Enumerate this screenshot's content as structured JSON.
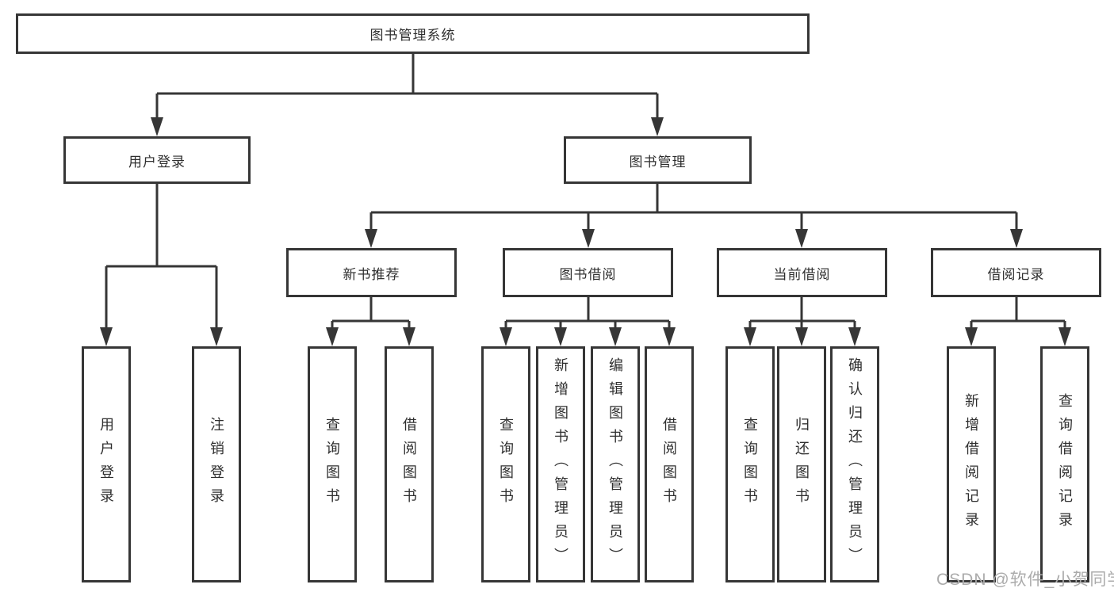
{
  "diagram": {
    "tree": {
      "label": "图书管理系统",
      "children": [
        {
          "label": "用户登录",
          "children": [
            {
              "label": "用户登录"
            },
            {
              "label": "注销登录"
            }
          ]
        },
        {
          "label": "图书管理",
          "children": [
            {
              "label": "新书推荐",
              "children": [
                {
                  "label": "查询图书"
                },
                {
                  "label": "借阅图书"
                }
              ]
            },
            {
              "label": "图书借阅",
              "children": [
                {
                  "label": "查询图书"
                },
                {
                  "label": "新增图书（管理员）"
                },
                {
                  "label": "编辑图书（管理员）"
                },
                {
                  "label": "借阅图书"
                }
              ]
            },
            {
              "label": "当前借阅",
              "children": [
                {
                  "label": "查询图书"
                },
                {
                  "label": "归还图书"
                },
                {
                  "label": "确认归还（管理员）"
                }
              ]
            },
            {
              "label": "借阅记录",
              "children": [
                {
                  "label": "新增借阅记录"
                },
                {
                  "label": "查询借阅记录"
                }
              ]
            }
          ]
        }
      ]
    }
  },
  "watermark": {
    "text": "CSDN @软件_小贺同学"
  },
  "colors": {
    "line": "#363636",
    "text": "#2f2f2f",
    "box_background": "#ffffff",
    "watermark": "#ababab"
  }
}
